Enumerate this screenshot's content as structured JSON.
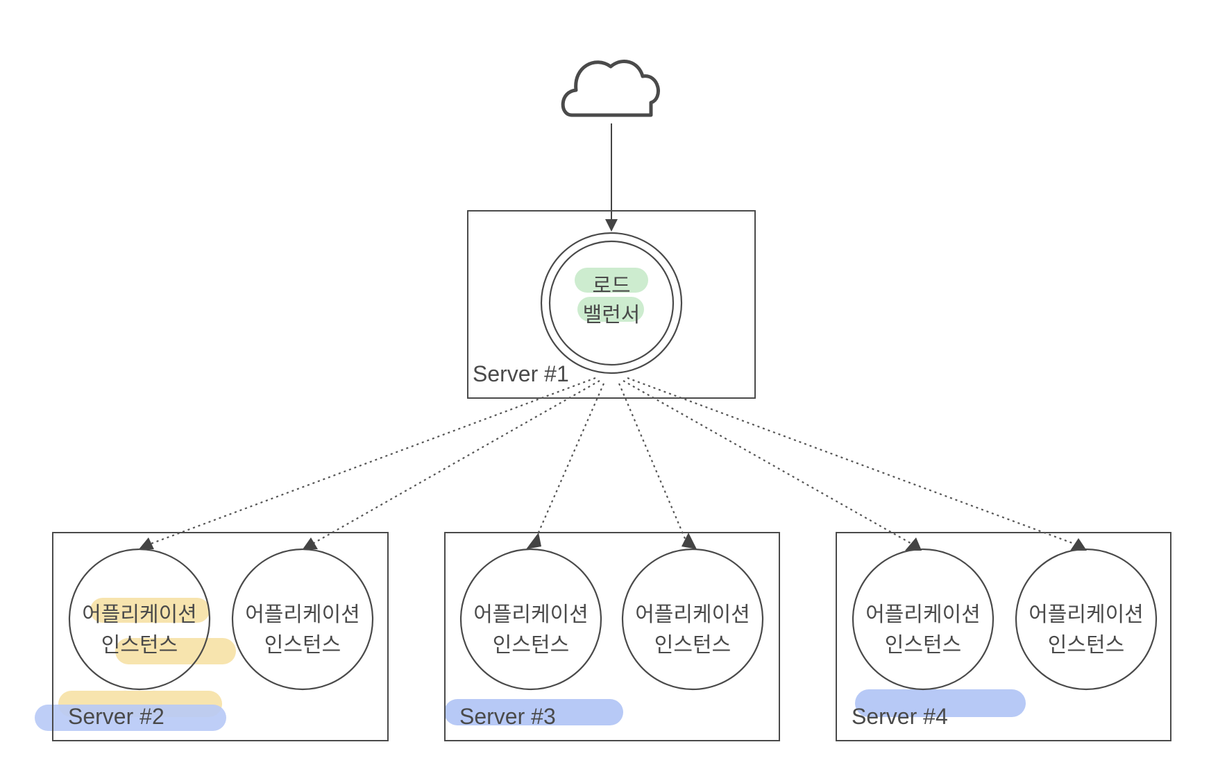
{
  "colors": {
    "line": "#4a4a4a",
    "highlight_green": "#cdeccf",
    "highlight_yellow": "#f7e4ae",
    "highlight_blue": "#b7c9f6"
  },
  "icons": {
    "cloud": "cloud-icon"
  },
  "load_balancer": {
    "line1": "로드",
    "line2": "밸런서"
  },
  "servers": [
    {
      "label": "Server #1"
    },
    {
      "label": "Server #2",
      "instances": [
        {
          "line1": "어플리케이션",
          "line2": "인스턴스"
        },
        {
          "line1": "어플리케이션",
          "line2": "인스턴스"
        }
      ]
    },
    {
      "label": "Server #3",
      "instances": [
        {
          "line1": "어플리케이션",
          "line2": "인스턴스"
        },
        {
          "line1": "어플리케이션",
          "line2": "인스턴스"
        }
      ]
    },
    {
      "label": "Server #4",
      "instances": [
        {
          "line1": "어플리케이션",
          "line2": "인스턴스"
        },
        {
          "line1": "어플리케이션",
          "line2": "인스턴스"
        }
      ]
    }
  ]
}
